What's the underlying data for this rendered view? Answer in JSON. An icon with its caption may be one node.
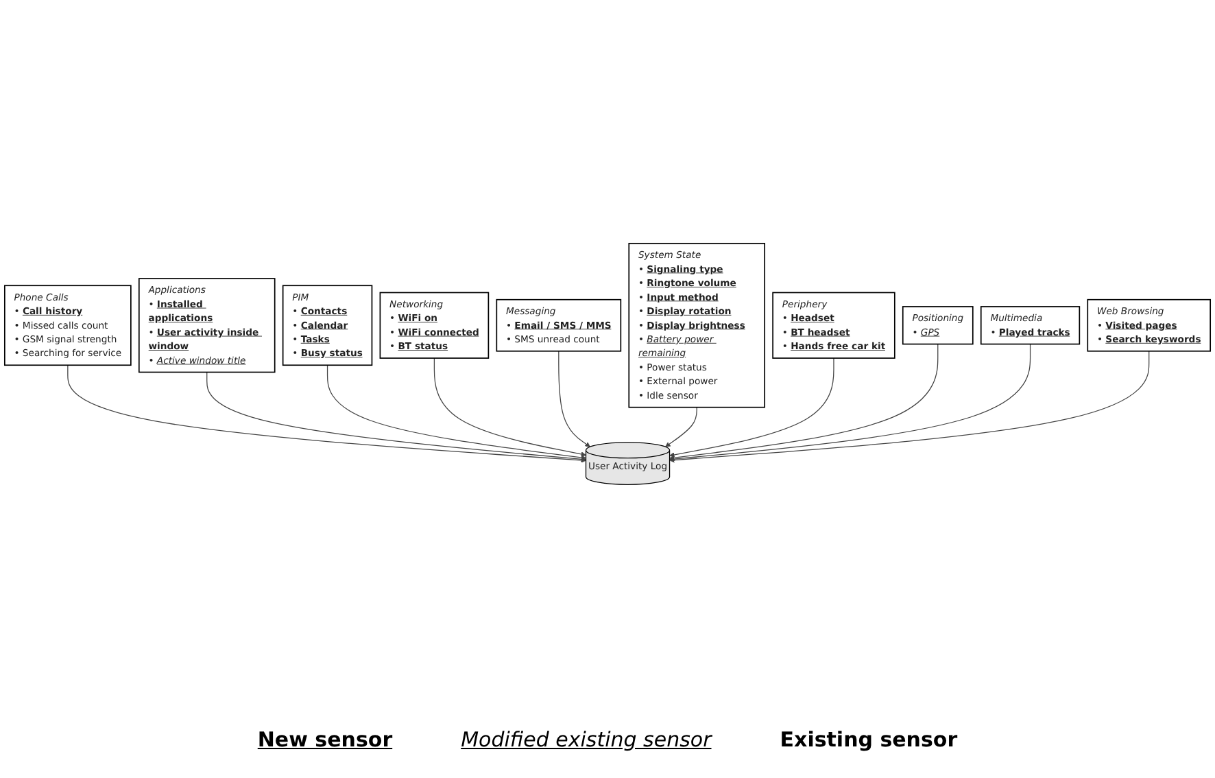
{
  "diagram": {
    "nodes": [
      {
        "text": [
          "Phone Calls",
          "• **Call history**",
          "• Missed calls count",
          "• GSM signal strength",
          "• Searching for service"
        ]
      },
      {
        "text": [
          "Applications",
          "• **Installed applications**",
          "• **User activity inside window**",
          "• *Active window title*"
        ]
      },
      {
        "text": [
          "PIM",
          "• **Contacts**",
          "• **Calendar**",
          "• **Tasks**",
          "• **Busy status**"
        ]
      },
      {
        "text": [
          "Networking",
          "• **WiFi on**",
          "• **WiFi connected**",
          "• **BT status**"
        ]
      },
      {
        "text": [
          "Messaging",
          "• **Email / SMS / MMS**",
          "• SMS unread count"
        ]
      },
      {
        "text": [
          "System State",
          "• **Signaling type**",
          "• **Ringtone volume**",
          "• **Input method**",
          "• **Display rotation**",
          "• **Display brightness**",
          "• *Battery power remaining*",
          "• Power status",
          "• External power",
          "• Idle sensor"
        ]
      },
      {
        "text": [
          "Periphery",
          "• **Headset**",
          "• **BT headset**",
          "• **Hands free car kit**"
        ]
      },
      {
        "text": [
          "Positioning",
          "• *GPS*"
        ]
      },
      {
        "text": [
          "User Activity Log"
        ]
      },
      {
        "text": [
          "Multimedia",
          "• **Played tracks**"
        ]
      },
      {
        "text": [
          "Web Browsing",
          "• **Visited pages**",
          "• **Search keyswords**"
        ]
      }
    ],
    "edges": [
      {
        "from": 0,
        "to": 8,
        "arrow": "to"
      },
      {
        "from": 1,
        "to": 8,
        "arrow": "to"
      },
      {
        "from": 2,
        "to": 8,
        "arrow": "to"
      },
      {
        "from": 3,
        "to": 8,
        "arrow": "to"
      },
      {
        "from": 4,
        "to": 8,
        "arrow": "to"
      },
      {
        "from": 5,
        "to": 8,
        "arrow": "to"
      },
      {
        "from": 6,
        "to": 8,
        "arrow": "to"
      },
      {
        "from": 7,
        "to": 8,
        "arrow": "to"
      },
      {
        "from": 9,
        "to": 8,
        "arrow": "to"
      },
      {
        "from": 10,
        "to": 8,
        "arrow": "to"
      }
    ],
    "legend": [
      {
        "text": "New sensor"
      },
      {
        "text": "Modified existing sensor"
      },
      {
        "text": "Existing sensor"
      }
    ]
  }
}
